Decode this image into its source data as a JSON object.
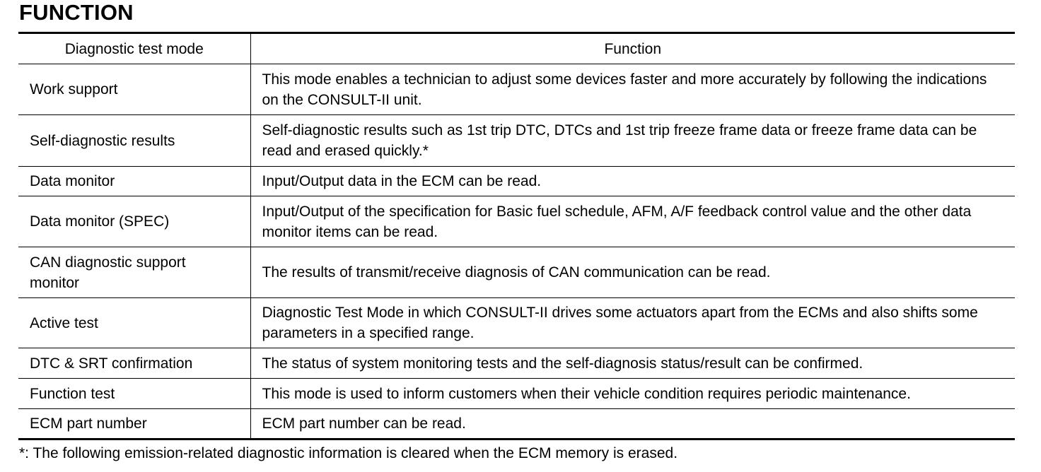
{
  "title": "FUNCTION",
  "table": {
    "headers": [
      "Diagnostic test mode",
      "Function"
    ],
    "rows": [
      {
        "mode": "Work support",
        "function": "This mode enables a technician to adjust some devices faster and more accurately by following the indications on the CONSULT-II unit."
      },
      {
        "mode": "Self-diagnostic results",
        "function": "Self-diagnostic results such as 1st trip DTC, DTCs and 1st trip freeze frame data or freeze frame data can be read and erased quickly.*"
      },
      {
        "mode": "Data monitor",
        "function": "Input/Output data in the ECM can be read."
      },
      {
        "mode": "Data monitor (SPEC)",
        "function": "Input/Output of the specification for Basic fuel schedule, AFM, A/F feedback control value and the other data monitor items can be read."
      },
      {
        "mode": "CAN diagnostic support monitor",
        "function": "The results of transmit/receive diagnosis of CAN communication can be read."
      },
      {
        "mode": "Active test",
        "function": "Diagnostic Test Mode in which CONSULT-II drives some actuators apart from the ECMs and also shifts some parameters in a specified range."
      },
      {
        "mode": "DTC & SRT confirmation",
        "function": "The status of system monitoring tests and the self-diagnosis status/result can be confirmed."
      },
      {
        "mode": "Function test",
        "function": "This mode is used to inform customers when their vehicle condition requires periodic maintenance."
      },
      {
        "mode": "ECM part number",
        "function": "ECM part number can be read."
      }
    ]
  },
  "footnote": "*: The following emission-related diagnostic information is cleared when the ECM memory is erased."
}
